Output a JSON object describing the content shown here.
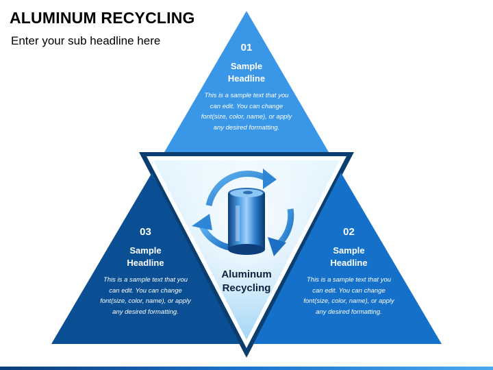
{
  "header": {
    "title": "ALUMINUM RECYCLING",
    "subtitle": "Enter your sub headline here"
  },
  "center": {
    "label_line1": "Aluminum",
    "label_line2": "Recycling",
    "icon": "recycling-can-icon"
  },
  "blocks": [
    {
      "number": "01",
      "headline_line1": "Sample",
      "headline_line2": "Headline",
      "body": "This is a sample text that you can edit. You can change font(size, color, name), or apply any desired formatting."
    },
    {
      "number": "02",
      "headline_line1": "Sample",
      "headline_line2": "Headline",
      "body": "This is a sample text that you can edit. You can change font(size, color, name), or apply any desired formatting."
    },
    {
      "number": "03",
      "headline_line1": "Sample",
      "headline_line2": "Headline",
      "body": "This is a sample text that you can edit. You can change font(size, color, name), or apply any desired formatting."
    }
  ],
  "colors": {
    "top_triangle": "#3a97e8",
    "right_triangle": "#1570c9",
    "left_triangle": "#0a4f93",
    "center_fill": "#cdebfb",
    "outline": "#0b3d6e"
  }
}
